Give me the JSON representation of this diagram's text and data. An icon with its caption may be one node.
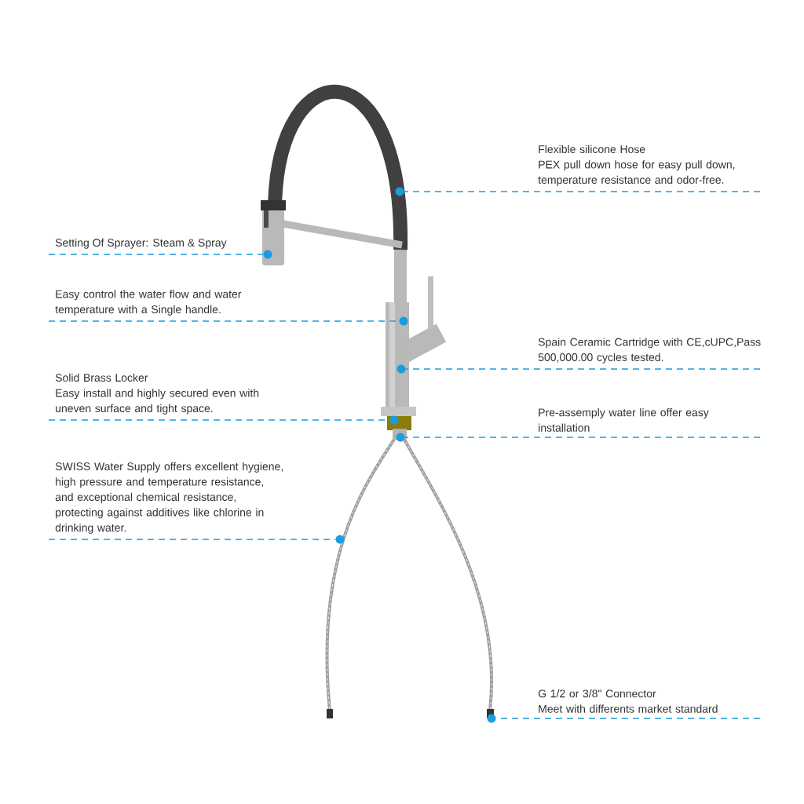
{
  "diagram": {
    "nodes": [
      {
        "text": [
          "Flexible silicone Hose",
          "PEX pull down hose for easy pull down, temperature resistance and odor-free."
        ]
      },
      {
        "text": [
          "Setting Of Sprayer: Steam & Spray"
        ]
      },
      {
        "text": [
          "Easy control the water flow and water temperature with a Single handle."
        ]
      },
      {
        "text": [
          "Spain Ceramic Cartridge with CE,cUPC,Pass 500,000.00 cycles tested."
        ]
      },
      {
        "text": [
          "Solid Brass Locker",
          "Easy install and highly secured even with uneven surface and tight space."
        ]
      },
      {
        "text": [
          "Pre-assemply water line offer easy installation"
        ]
      },
      {
        "text": [
          "SWISS Water Supply offers excellent hygiene, high pressure and temperature resistance, and exceptional chemical resistance, protecting against additives like chlorine in drinking water."
        ]
      },
      {
        "text": [
          "G 1/2 or 3/8\" Connector",
          "Meet with differents market standard"
        ]
      },
      {
        "text": [],
        "shape": "circle"
      },
      {
        "text": [],
        "shape": "circle"
      },
      {
        "text": [],
        "shape": "circle"
      },
      {
        "text": [],
        "shape": "circle"
      },
      {
        "text": [],
        "shape": "circle"
      },
      {
        "text": [],
        "shape": "circle"
      },
      {
        "text": [],
        "shape": "circle"
      },
      {
        "text": [],
        "shape": "circle"
      }
    ],
    "edges": [
      {
        "from": 0,
        "to": 8,
        "arrow": "none",
        "style": "dashed"
      },
      {
        "from": 1,
        "to": 9,
        "arrow": "none",
        "style": "dashed"
      },
      {
        "from": 2,
        "to": 10,
        "arrow": "none",
        "style": "dashed"
      },
      {
        "from": 3,
        "to": 11,
        "arrow": "none",
        "style": "dashed"
      },
      {
        "from": 4,
        "to": 12,
        "arrow": "none",
        "style": "dashed"
      },
      {
        "from": 5,
        "to": 13,
        "arrow": "none",
        "style": "dashed"
      },
      {
        "from": 6,
        "to": 14,
        "arrow": "none",
        "style": "dashed"
      },
      {
        "from": 7,
        "to": 15,
        "arrow": "none",
        "style": "dashed"
      }
    ]
  }
}
